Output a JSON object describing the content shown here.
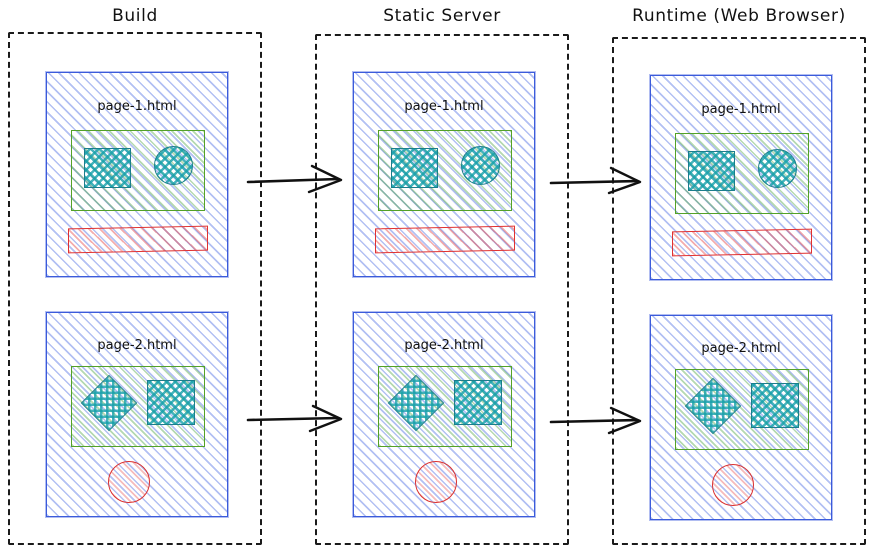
{
  "diagram": {
    "title_row": [
      {
        "id": "build",
        "label": "Build"
      },
      {
        "id": "static",
        "label": "Static Server"
      },
      {
        "id": "runtime",
        "label": "Runtime (Web Browser)"
      }
    ],
    "colors": {
      "card_stroke": "#3b5bdb",
      "card_fill": "#4868e2",
      "green_stroke": "#53a128",
      "green_fill": "#46a03c",
      "teal_stroke": "#1b7e8c",
      "teal_fill": "#17a0aa",
      "red_stroke": "#e03131",
      "red_fill": "#e63c3c",
      "dashed_border": "#1b1b1b",
      "text": "#111111",
      "background": "#ffffff"
    },
    "stages": [
      {
        "id": "build",
        "title": "Build",
        "pages": [
          {
            "id": "page-1",
            "label": "page-1.html",
            "content_box": {
              "shapes": [
                "square",
                "circle"
              ]
            },
            "footer_shape": "bar"
          },
          {
            "id": "page-2",
            "label": "page-2.html",
            "content_box": {
              "shapes": [
                "diamond",
                "square"
              ]
            },
            "footer_shape": "circle"
          }
        ]
      },
      {
        "id": "static-server",
        "title": "Static Server",
        "pages": [
          {
            "id": "page-1",
            "label": "page-1.html",
            "content_box": {
              "shapes": [
                "square",
                "circle"
              ]
            },
            "footer_shape": "bar"
          },
          {
            "id": "page-2",
            "label": "page-2.html",
            "content_box": {
              "shapes": [
                "diamond",
                "square"
              ]
            },
            "footer_shape": "circle"
          }
        ]
      },
      {
        "id": "runtime-web-browser",
        "title": "Runtime (Web Browser)",
        "pages": [
          {
            "id": "page-1",
            "label": "page-1.html",
            "content_box": {
              "shapes": [
                "square",
                "circle"
              ]
            },
            "footer_shape": "bar"
          },
          {
            "id": "page-2",
            "label": "page-2.html",
            "content_box": {
              "shapes": [
                "diamond",
                "square"
              ]
            },
            "footer_shape": "circle"
          }
        ]
      }
    ],
    "arrows": [
      {
        "id": "build-to-static-top",
        "from": "build",
        "to": "static-server",
        "row": "page-1"
      },
      {
        "id": "build-to-static-bottom",
        "from": "build",
        "to": "static-server",
        "row": "page-2"
      },
      {
        "id": "static-to-runtime-top",
        "from": "static-server",
        "to": "runtime",
        "row": "page-1"
      },
      {
        "id": "static-to-runtime-bottom",
        "from": "static-server",
        "to": "runtime",
        "row": "page-2"
      }
    ]
  }
}
